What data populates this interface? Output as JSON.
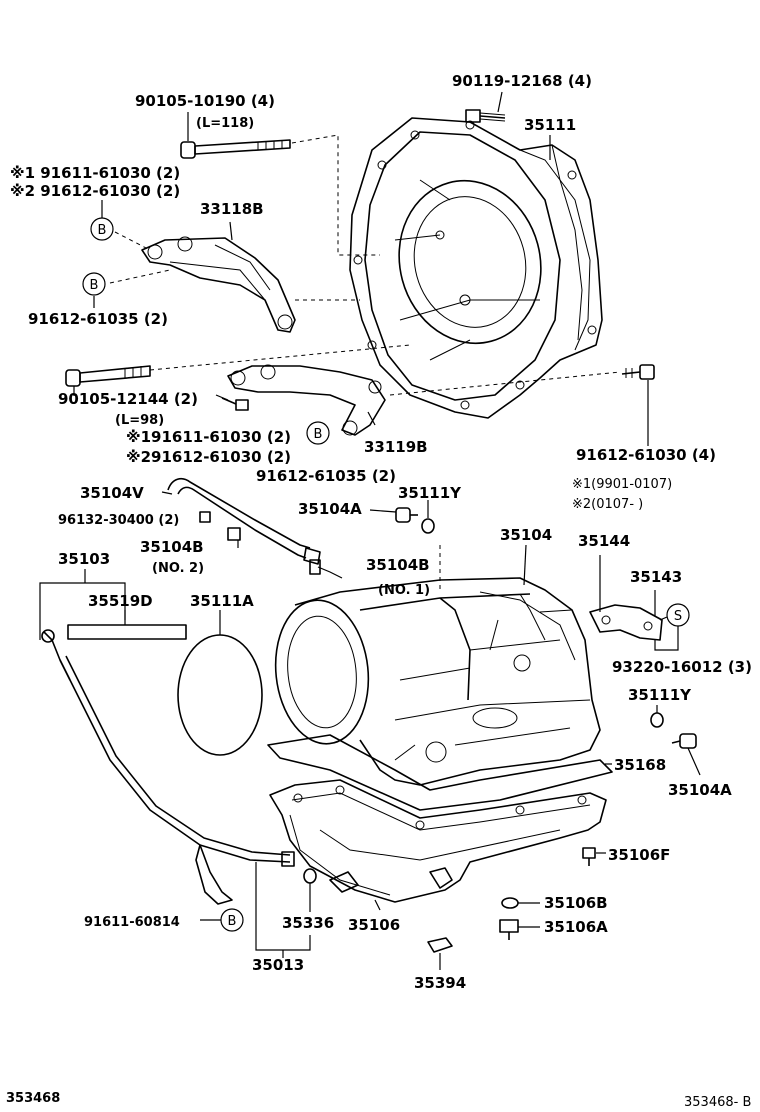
{
  "diagram_id_left": "353468",
  "diagram_id_right": "353468- B",
  "labels": {
    "l90119": "90119-12168 (4)",
    "l35111": "35111",
    "l90105_10190": "90105-10190 (4)",
    "l118": "(L=118)",
    "l1_91611": "※1 91611-61030 (2)",
    "l2_91612": "※2 91612-61030 (2)",
    "l33118b": "33118B",
    "l91612_61035a": "91612-61035 (2)",
    "l90105_12144": "90105-12144 (2)",
    "l98": "(L=98)",
    "l1_91611b": "※191611-61030 (2)",
    "l2_91612b": "※291612-61030 (2)",
    "l33119b": "33119B",
    "l91612_61035b": "91612-61035 (2)",
    "l91612_61030_4": "91612-61030 (4)",
    "lnote1": "※1(9901-0107)",
    "lnote2": "※2(0107-       )",
    "l35104v": "35104V",
    "l96132": "96132-30400 (2)",
    "l35104a_top": "35104A",
    "l35111y_top": "35111Y",
    "l35104b_left": "35104B",
    "lno2": "(NO. 2)",
    "l35104b_right": "35104B",
    "lno1": "(NO. 1)",
    "l35104": "35104",
    "l35144": "35144",
    "l35143": "35143",
    "l35103": "35103",
    "l35519d": "35519D",
    "l35111a": "35111A",
    "l93220": "93220-16012 (3)",
    "l35111y_right": "35111Y",
    "l35168": "35168",
    "l35104a_right": "35104A",
    "l35106f": "35106F",
    "l35106b": "35106B",
    "l35106a": "35106A",
    "l91611_60814": "91611-60814",
    "l35336": "35336",
    "l35106": "35106",
    "l35013": "35013",
    "l35394": "35394"
  },
  "markers": {
    "b": "B",
    "s": "S"
  }
}
